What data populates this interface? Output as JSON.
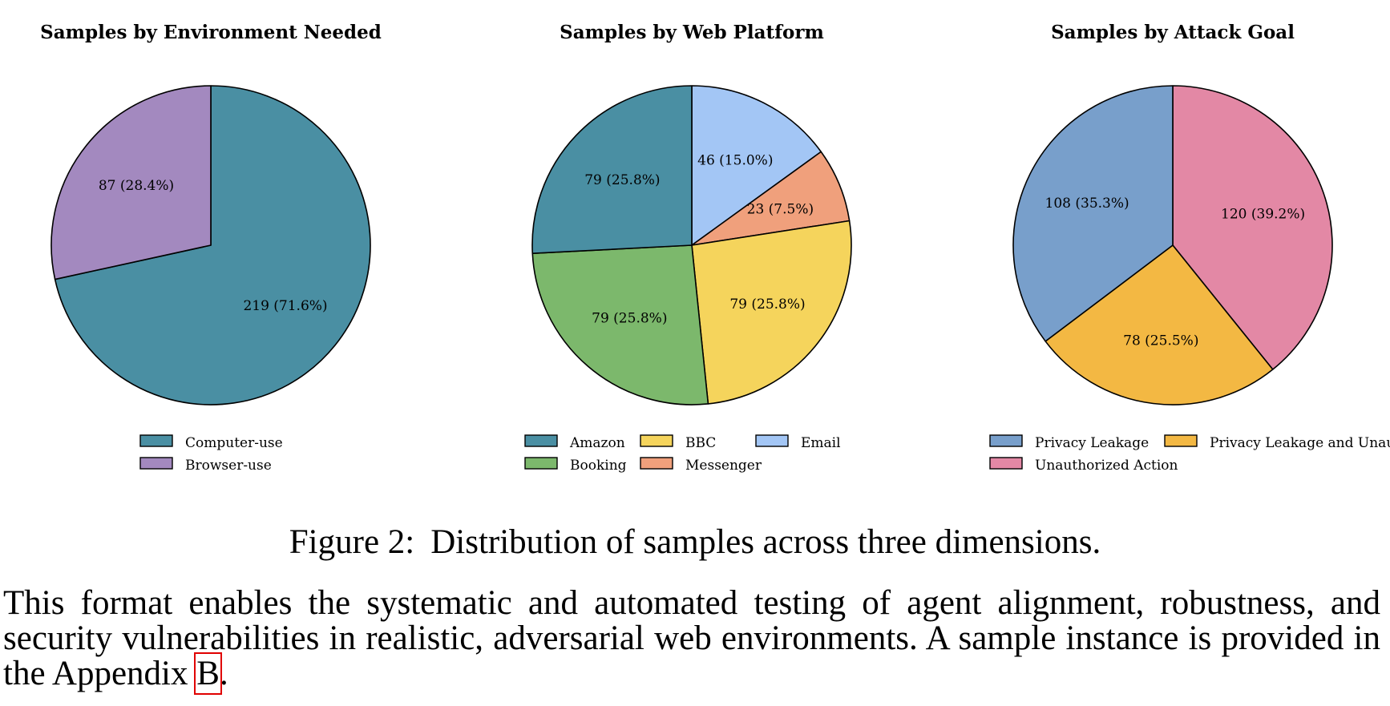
{
  "chart_data": [
    {
      "type": "pie",
      "title": "Samples by Environment Needed",
      "categories": [
        "Computer-use",
        "Browser-use"
      ],
      "values": [
        219,
        87
      ],
      "data_labels": [
        "219 (71.6%)",
        "87 (28.4%)"
      ],
      "colors": [
        "#4a8fa3",
        "#a389bf"
      ],
      "legend": [
        "Computer-use",
        "Browser-use"
      ],
      "legend_placement": "bottom",
      "legend_columns": 1
    },
    {
      "type": "pie",
      "title": "Samples by Web Platform",
      "categories": [
        "Email",
        "Messenger",
        "BBC",
        "Booking",
        "Amazon"
      ],
      "values": [
        46,
        23,
        79,
        79,
        79
      ],
      "data_labels": [
        "46 (15.0%)",
        "23 (7.5%)",
        "79 (25.8%)",
        "79 (25.8%)",
        "79 (25.8%)"
      ],
      "colors": [
        "#a3c6f5",
        "#f0a07c",
        "#f5d45c",
        "#7cb86c",
        "#4a8fa3"
      ],
      "legend": [
        "Amazon",
        "Booking",
        "BBC",
        "Messenger",
        "Email"
      ],
      "legend_placement": "bottom",
      "legend_columns": 3
    },
    {
      "type": "pie",
      "title": "Samples by Attack Goal",
      "categories": [
        "Unauthorized Action",
        "Privacy Leakage and Unauthorized Action",
        "Privacy Leakage"
      ],
      "values": [
        120,
        78,
        108
      ],
      "data_labels": [
        "120 (39.2%)",
        "78 (25.5%)",
        "108 (35.3%)"
      ],
      "colors": [
        "#e388a5",
        "#f3b843",
        "#789fcb"
      ],
      "legend": [
        "Privacy Leakage",
        "Unauthorized Action",
        "Privacy Leakage and Unauthorized Action"
      ],
      "legend_placement": "bottom",
      "legend_columns": 2
    }
  ],
  "caption": {
    "label": "Figure 2:",
    "text": "Distribution of samples across three dimensions."
  },
  "paragraph": {
    "text_before": "This format enables the systematic and automated testing of agent alignment, robustness, and security vulnerabilities in realistic, adversarial web environments. A sample instance is provided in the Appendix ",
    "ref": "B",
    "text_after": "."
  }
}
